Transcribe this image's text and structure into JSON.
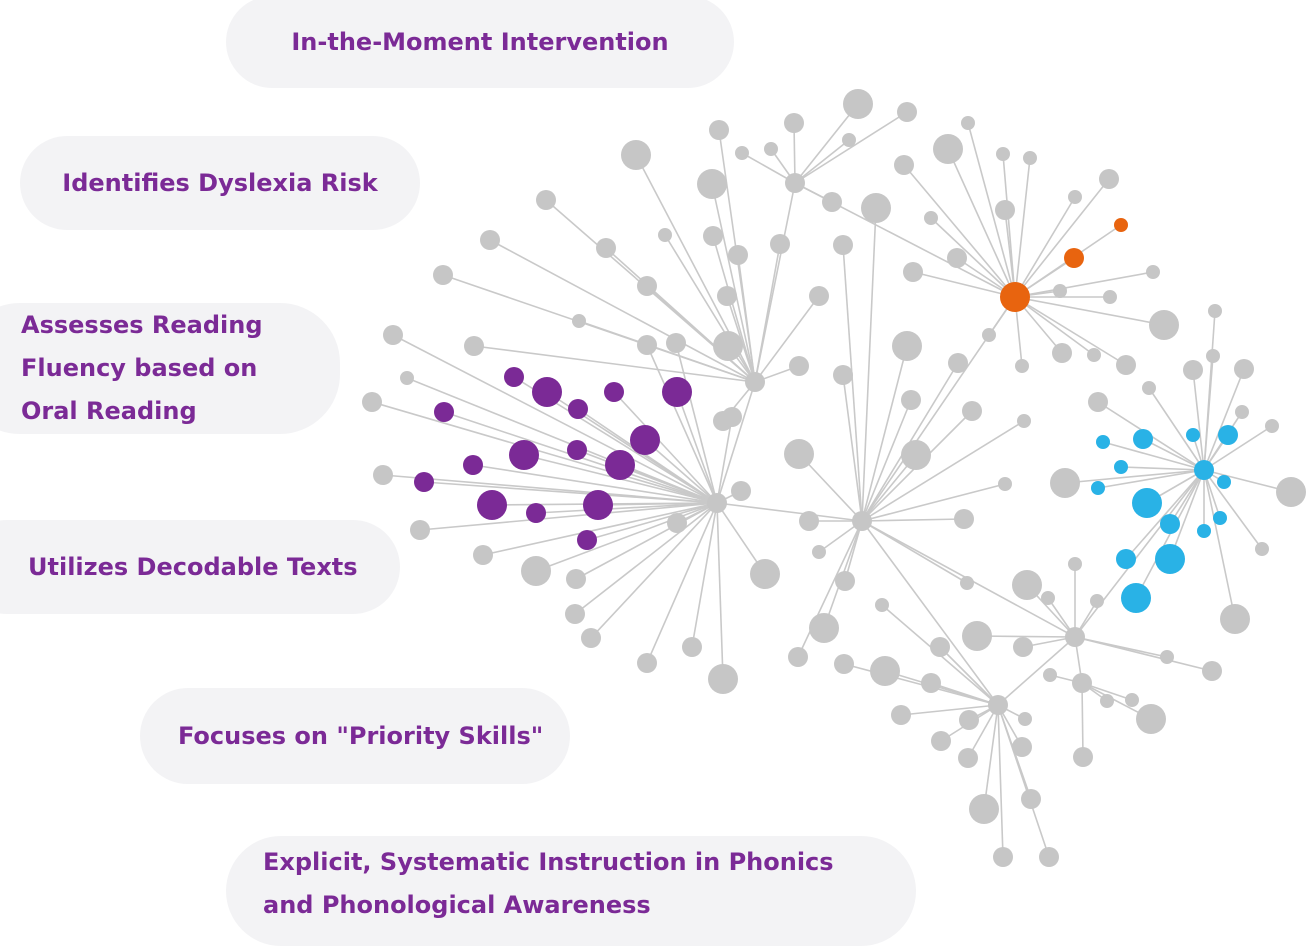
{
  "features": [
    "In-the-Moment Intervention",
    "Identifies Dyslexia Risk",
    "Assesses Reading Fluency based on Oral Reading",
    "Utilizes Decodable Texts",
    "Focuses on \"Priority Skills\"",
    "Explicit, Systematic Instruction in Phonics and Phonological Awareness"
  ],
  "colors": {
    "text": "#7b2a96",
    "pill_background": "#f3f3f5",
    "node_gray": "#c6c6c6",
    "node_purple": "#7b2a96",
    "node_orange": "#e8640f",
    "node_blue": "#29b2e6"
  },
  "network": {
    "description_icon": "brain-network-graph"
  }
}
